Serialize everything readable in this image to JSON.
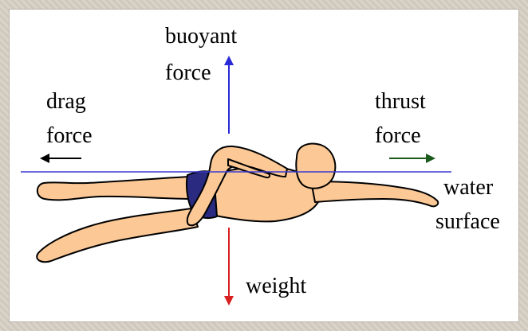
{
  "labels": {
    "buoyant_line1": "buoyant",
    "buoyant_line2": "force",
    "drag_line1": "drag",
    "drag_line2": "force",
    "thrust_line1": "thrust",
    "thrust_line2": "force",
    "water_line1": "water",
    "water_line2": "surface",
    "weight": "weight"
  },
  "colors": {
    "buoyant_arrow": "#2a2ad8",
    "weight_arrow": "#d82020",
    "drag_arrow": "#000000",
    "thrust_arrow": "#1a5a1a",
    "water_line": "#3a3ad0",
    "skin": "#fcc896",
    "swimsuit": "#2a2a80"
  }
}
